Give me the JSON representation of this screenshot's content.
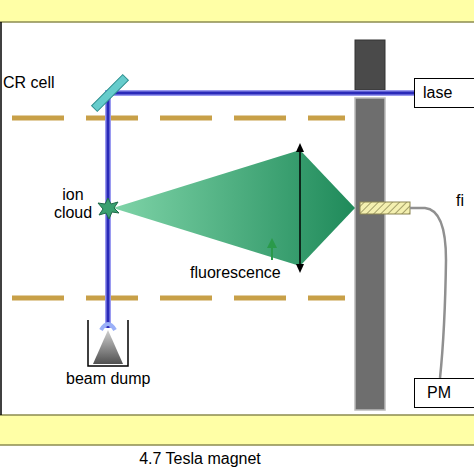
{
  "diagram": {
    "nodes": [
      {
        "text": [
          "lase"
        ]
      },
      {
        "text": [
          "PM"
        ]
      }
    ],
    "labels": [
      "CR cell",
      "ion cloud",
      "fluorescence",
      "beam dump",
      "4.7 Tesla magnet",
      "fi"
    ]
  }
}
